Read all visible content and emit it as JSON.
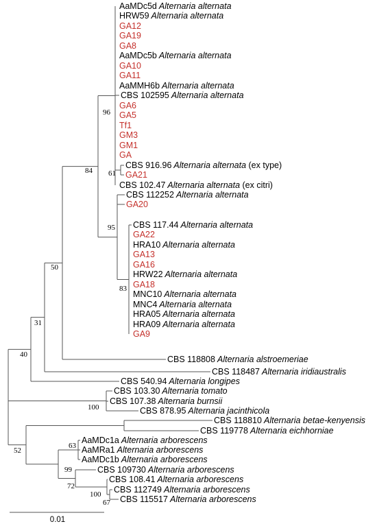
{
  "colors": {
    "reference": "#000000",
    "isolate": "#c4302b",
    "branch": "#555555"
  },
  "leaves": [
    {
      "id": "AaMDc5d",
      "name": "AaMDc5d",
      "species": "Alternaria alternata",
      "suffix": "",
      "isolate": false
    },
    {
      "id": "HRW59",
      "name": "HRW59",
      "species": "Alternaria alternata",
      "suffix": "",
      "isolate": false
    },
    {
      "id": "GA12",
      "name": "GA12",
      "species": "",
      "suffix": "",
      "isolate": true
    },
    {
      "id": "GA19",
      "name": "GA19",
      "species": "",
      "suffix": "",
      "isolate": true
    },
    {
      "id": "GA8",
      "name": "GA8",
      "species": "",
      "suffix": "",
      "isolate": true
    },
    {
      "id": "AaMDc5b",
      "name": "AaMDc5b",
      "species": "Alternaria alternata",
      "suffix": "",
      "isolate": false
    },
    {
      "id": "GA10",
      "name": "GA10",
      "species": "",
      "suffix": "",
      "isolate": true
    },
    {
      "id": "GA11",
      "name": "GA11",
      "species": "",
      "suffix": "",
      "isolate": true
    },
    {
      "id": "AaMMH6b",
      "name": "AaMMH6b",
      "species": "Alternaria alternata",
      "suffix": "",
      "isolate": false
    },
    {
      "id": "CBS102595",
      "name": "CBS 102595",
      "species": "Alternaria alternata",
      "suffix": "",
      "isolate": false
    },
    {
      "id": "GA6",
      "name": "GA6",
      "species": "",
      "suffix": "",
      "isolate": true
    },
    {
      "id": "GA5",
      "name": "GA5",
      "species": "",
      "suffix": "",
      "isolate": true
    },
    {
      "id": "Tf1",
      "name": "Tf1",
      "species": "",
      "suffix": "",
      "isolate": true
    },
    {
      "id": "GM3",
      "name": "GM3",
      "species": "",
      "suffix": "",
      "isolate": true
    },
    {
      "id": "GM1",
      "name": "GM1",
      "species": "",
      "suffix": "",
      "isolate": true
    },
    {
      "id": "GA",
      "name": "GA",
      "species": "",
      "suffix": "",
      "isolate": true
    },
    {
      "id": "CBS916.96",
      "name": "CBS 916.96",
      "species": "Alternaria alternata",
      "suffix": "(ex type)",
      "isolate": false
    },
    {
      "id": "GA21",
      "name": "GA21",
      "species": "",
      "suffix": "",
      "isolate": true
    },
    {
      "id": "CBS102.47",
      "name": "CBS 102.47",
      "species": "Alternaria alternata",
      "suffix": "(ex citri)",
      "isolate": false
    },
    {
      "id": "CBS112252",
      "name": "CBS 112252",
      "species": "Alternaria alternata",
      "suffix": "",
      "isolate": false
    },
    {
      "id": "GA20",
      "name": "GA20",
      "species": "",
      "suffix": "",
      "isolate": true
    },
    {
      "id": "CBS117.44",
      "name": "CBS 117.44",
      "species": "Alternaria alternata",
      "suffix": "",
      "isolate": false
    },
    {
      "id": "GA22",
      "name": "GA22",
      "species": "",
      "suffix": "",
      "isolate": true
    },
    {
      "id": "HRA10",
      "name": "HRA10",
      "species": "Alternaria alternata",
      "suffix": "",
      "isolate": false
    },
    {
      "id": "GA13",
      "name": "GA13",
      "species": "",
      "suffix": "",
      "isolate": true
    },
    {
      "id": "GA16",
      "name": "GA16",
      "species": "",
      "suffix": "",
      "isolate": true
    },
    {
      "id": "HRW22",
      "name": "HRW22",
      "species": "Alternaria alternata",
      "suffix": "",
      "isolate": false
    },
    {
      "id": "GA18",
      "name": "GA18",
      "species": "",
      "suffix": "",
      "isolate": true
    },
    {
      "id": "MNC10",
      "name": "MNC10",
      "species": "Alternaria alternata",
      "suffix": "",
      "isolate": false
    },
    {
      "id": "MNC4",
      "name": "MNC4",
      "species": "Alternaria alternata",
      "suffix": "",
      "isolate": false
    },
    {
      "id": "HRA05",
      "name": "HRA05",
      "species": "Alternaria alternata",
      "suffix": "",
      "isolate": false
    },
    {
      "id": "HRA09",
      "name": "HRA09",
      "species": "Alternaria alternata",
      "suffix": "",
      "isolate": false
    },
    {
      "id": "GA9",
      "name": "GA9",
      "species": "",
      "suffix": "",
      "isolate": true
    },
    {
      "id": "CBS118808",
      "name": "CBS 118808",
      "species": "Alternaria alstroemeriae",
      "suffix": "",
      "isolate": false
    },
    {
      "id": "CBS118487",
      "name": "CBS 118487",
      "species": "Alternaria iridiaustralis",
      "suffix": "",
      "isolate": false
    },
    {
      "id": "CBS540.94",
      "name": "CBS 540.94",
      "species": "Alternaria longipes",
      "suffix": "",
      "isolate": false
    },
    {
      "id": "CBS103.30",
      "name": "CBS 103.30",
      "species": "Alternaria tomato",
      "suffix": "",
      "isolate": false
    },
    {
      "id": "CBS107.38",
      "name": "CBS 107.38",
      "species": "Alternaria burnsii",
      "suffix": "",
      "isolate": false
    },
    {
      "id": "CBS878.95",
      "name": "CBS 878.95",
      "species": "Alternaria jacinthicola",
      "suffix": "",
      "isolate": false
    },
    {
      "id": "CBS118810",
      "name": "CBS 118810",
      "species": "Alternaria betae-kenyensis",
      "suffix": "",
      "isolate": false
    },
    {
      "id": "CBS119778",
      "name": "CBS 119778",
      "species": "Alternaria eichhorniae",
      "suffix": "",
      "isolate": false
    },
    {
      "id": "AaMDc1a",
      "name": "AaMDc1a",
      "species": "Alternaria arborescens",
      "suffix": "",
      "isolate": false
    },
    {
      "id": "AaMRa1",
      "name": "AaMRa1",
      "species": "Alternaria arborescens",
      "suffix": "",
      "isolate": false
    },
    {
      "id": "AaMDc1b",
      "name": "AaMDc1b",
      "species": "Alternaria arborescens",
      "suffix": "",
      "isolate": false
    },
    {
      "id": "CBS109730",
      "name": "CBS 109730",
      "species": "Alternaria arborescens",
      "suffix": "",
      "isolate": false
    },
    {
      "id": "CBS108.41",
      "name": "CBS 108.41",
      "species": "Alternaria arborescens",
      "suffix": "",
      "isolate": false
    },
    {
      "id": "CBS112749",
      "name": "CBS 112749",
      "species": "Alternaria arborescens",
      "suffix": "",
      "isolate": false
    },
    {
      "id": "CBS115517",
      "name": "CBS 115517",
      "species": "Alternaria arborescens",
      "suffix": "",
      "isolate": false
    }
  ],
  "support_values": [
    {
      "node": "n_alt96",
      "value": "96"
    },
    {
      "node": "n_alt61",
      "value": "61"
    },
    {
      "node": "n_alt84",
      "value": "84"
    },
    {
      "node": "n_alt95",
      "value": "95"
    },
    {
      "node": "n_alt83",
      "value": "83"
    },
    {
      "node": "n_alt50",
      "value": "50"
    },
    {
      "node": "n_alt31",
      "value": "31"
    },
    {
      "node": "n_alt40",
      "value": "40"
    },
    {
      "node": "n_bur100",
      "value": "100"
    },
    {
      "node": "n_arb52",
      "value": "52"
    },
    {
      "node": "n_arb63",
      "value": "63"
    },
    {
      "node": "n_arb99",
      "value": "99"
    },
    {
      "node": "n_arb72",
      "value": "72"
    },
    {
      "node": "n_arb100",
      "value": "100"
    },
    {
      "node": "n_arb67",
      "value": "67"
    }
  ],
  "scale_bar": {
    "label": "0.01"
  }
}
